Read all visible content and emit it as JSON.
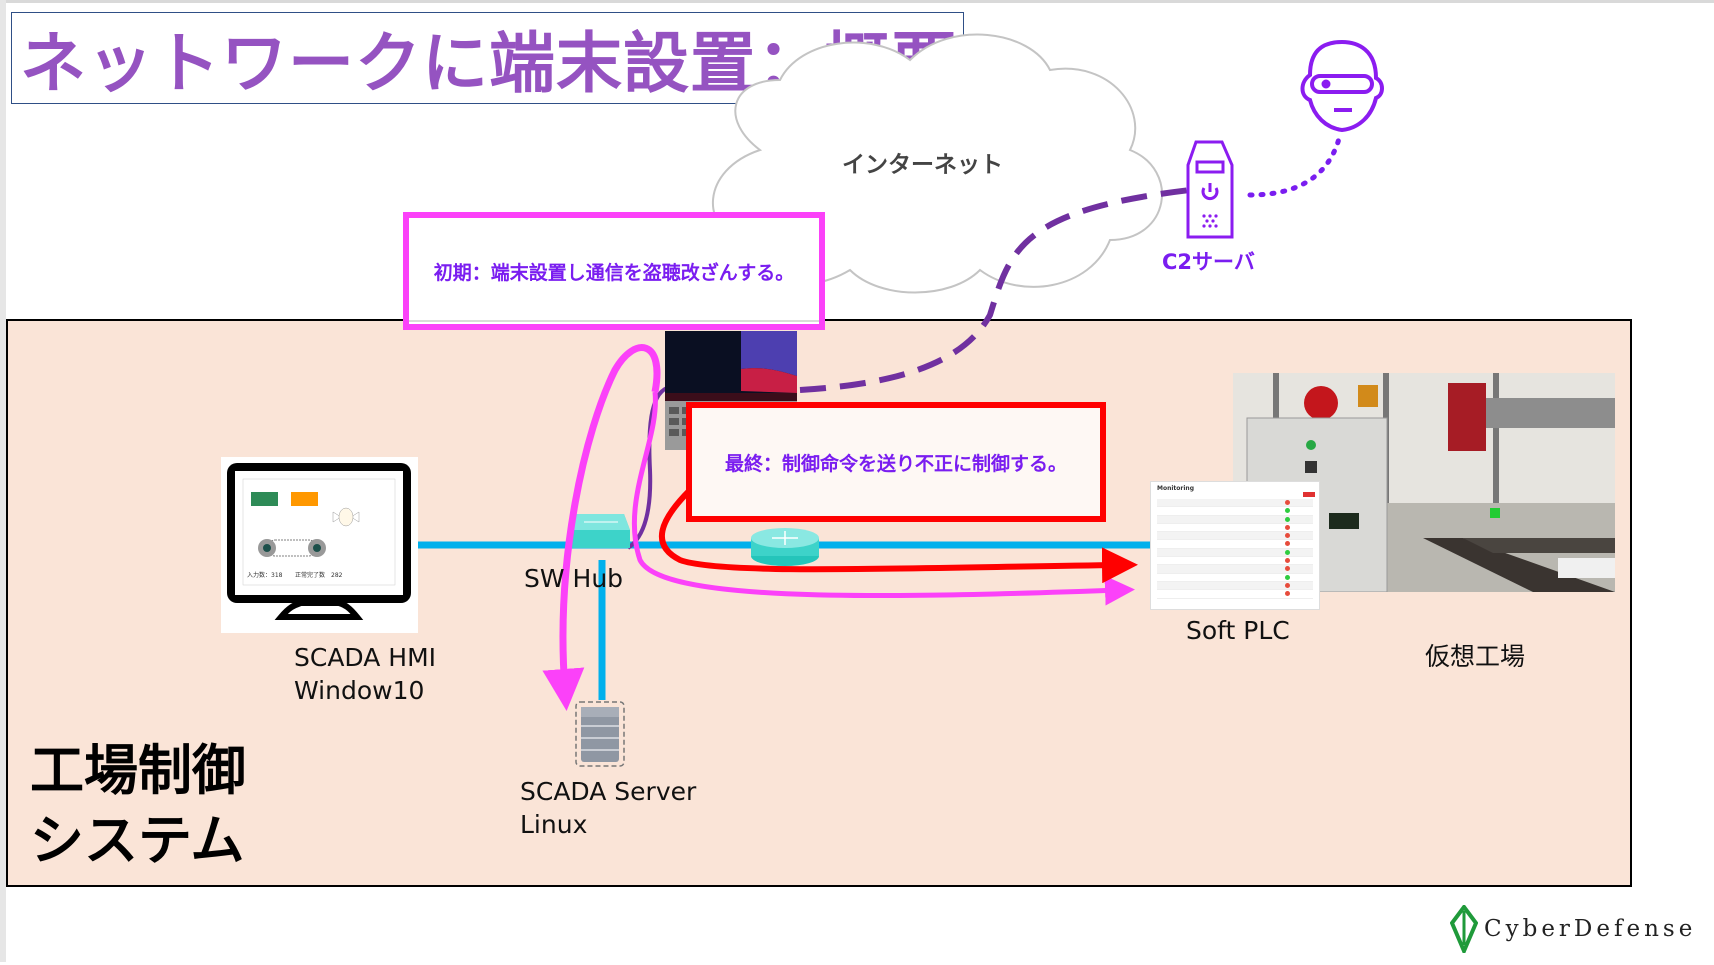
{
  "slide": {
    "title": "ネットワークに端末設置：概要",
    "zone_title_line1": "工場制御",
    "zone_title_line2": "システム",
    "internet_label": "インターネット",
    "c2_label": "C2サーバ",
    "callouts": {
      "initial": "初期：端末設置し通信を盗聴改ざんする。",
      "final": "最終：制御命令を送り不正に制御する。"
    },
    "nodes": {
      "hmi": {
        "line1": "SCADA HMI",
        "line2": "Window10"
      },
      "sw_hub": "SW Hub",
      "scada_server": {
        "line1": "SCADA Server",
        "line2": "Linux"
      },
      "soft_plc": "Soft PLC",
      "virtual_factory": "仮想工場"
    },
    "hmi_screen": {
      "counter_left": "入力数：318",
      "counter_right": "正常完了数　282"
    },
    "plc_panel": {
      "header": "Monitoring",
      "row_count": 12
    },
    "logo": "CyberDefense",
    "colors": {
      "title": "#9553c1",
      "zone_bg": "#fae4d7",
      "network_line": "#00b0ec",
      "initial_path": "#fb41f9",
      "final_path": "#ff0000",
      "c2_link": "#7030a0",
      "attacker": "#7a1df0",
      "logo_green": "#1f9a3a"
    }
  }
}
